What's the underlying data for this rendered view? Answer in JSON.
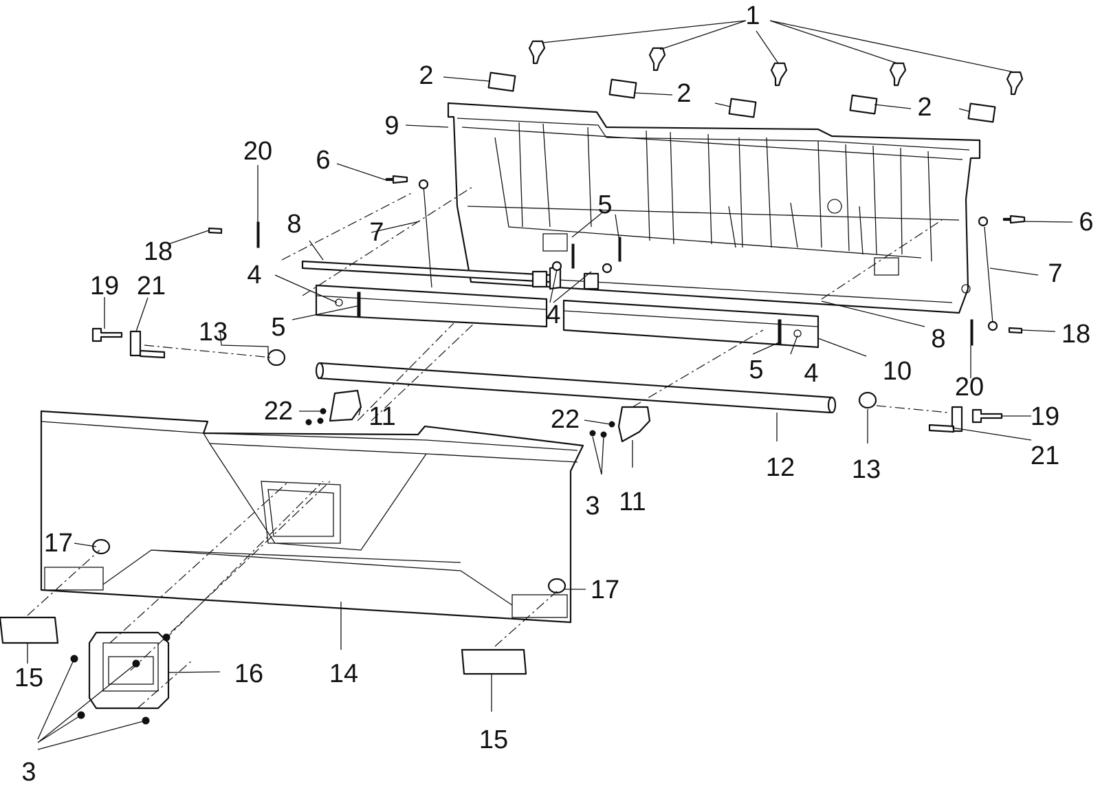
{
  "figure": {
    "type": "exploded parts diagram",
    "callouts": {
      "c1": "1",
      "c2": "2",
      "c3": "3",
      "c4": "4",
      "c5": "5",
      "c6": "6",
      "c7": "7",
      "c8": "8",
      "c9": "9",
      "c10": "10",
      "c11": "11",
      "c12": "12",
      "c13": "13",
      "c14": "14",
      "c15": "15",
      "c16": "16",
      "c17": "17",
      "c18": "18",
      "c19": "19",
      "c20": "20",
      "c21": "21",
      "c22": "22"
    }
  }
}
